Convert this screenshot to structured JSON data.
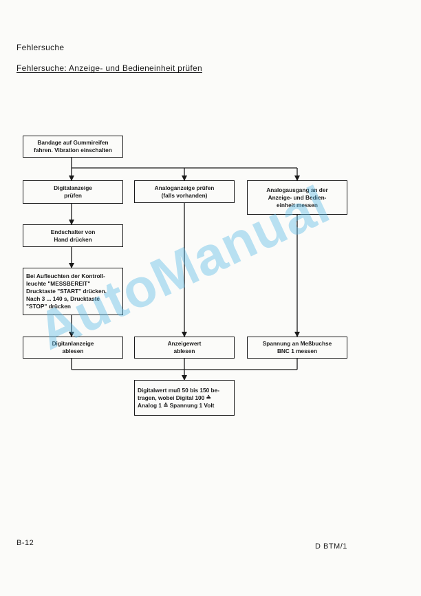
{
  "header": {
    "section_label": "Fehlersuche",
    "title": "Fehlersuche: Anzeige- und Bedieneinheit prüfen"
  },
  "flowchart": {
    "start": "Bandage auf Gummireifen\nfahren. Vibration einschalten",
    "col_digital": {
      "step1": "Digitalanzeige\nprüfen",
      "step2": "Endschalter von\nHand drücken",
      "step3": "Bei Aufleuchten der Kontroll-\nleuchte \"MESSBEREIT\"\nDrucktaste \"START\" drücken.\nNach 3 ... 140 s, Drucktaste\n\"STOP\" drücken",
      "step4": "Digitanlanzeige\nablesen"
    },
    "col_analog": {
      "step1": "Analoganzeige prüfen\n(falls vorhanden)",
      "step2": "Anzeigewert\nablesen"
    },
    "col_output": {
      "step1": "Analogausgang an der\nAnzeige- und Bedien-\neinheit messen",
      "step2": "Spannung an Meßbuchse\nBNC 1 messen"
    },
    "result": "Digitalwert muß 50 bis 150 be-\ntragen, wobei Digital 100 ≙\nAnalog 1 ≙ Spannung 1 Volt"
  },
  "footer": {
    "page_number": "B-12",
    "doc_code": "D BTM/1"
  },
  "watermark": "AutoManual"
}
